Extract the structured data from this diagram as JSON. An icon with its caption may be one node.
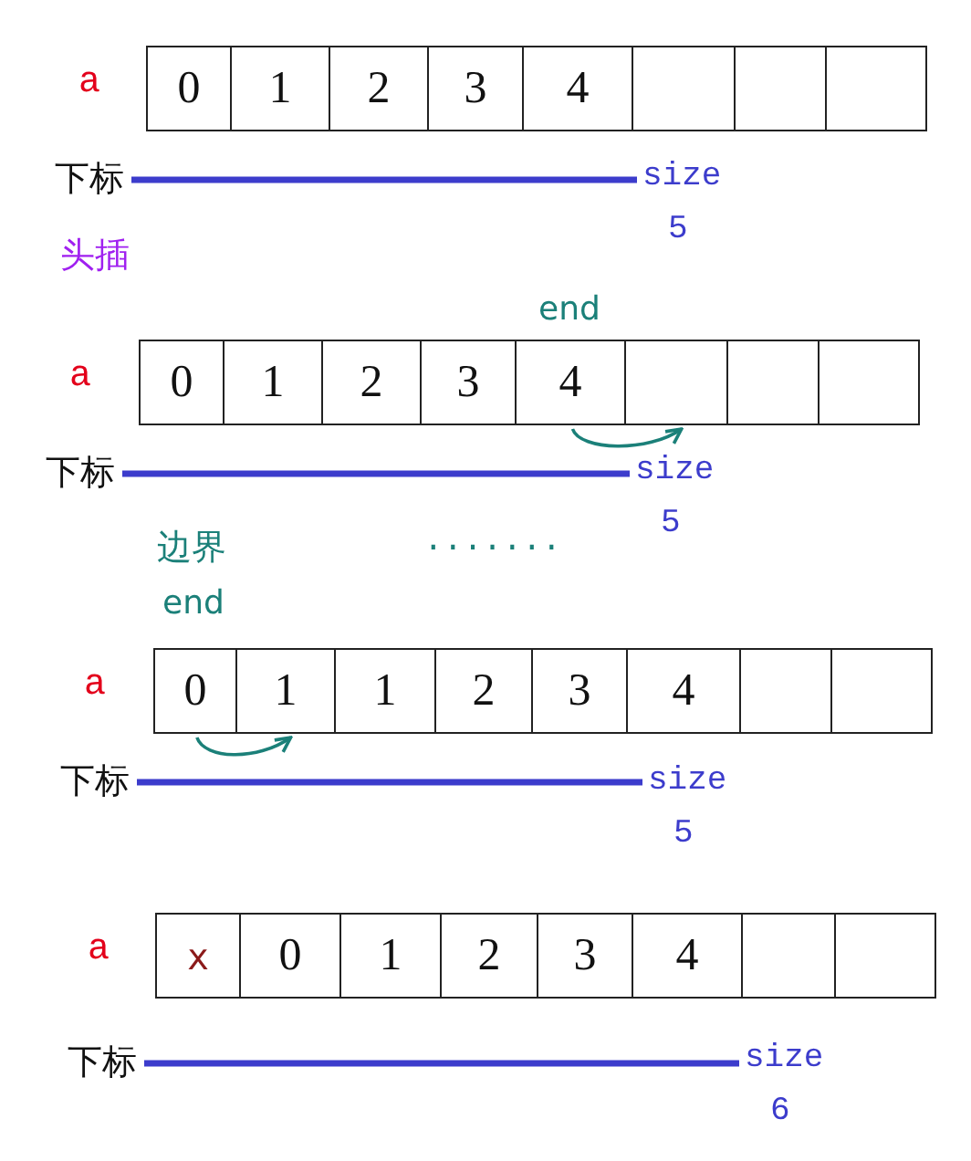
{
  "diagram": {
    "nodes": [
      {
        "text": [
          "a"
        ]
      },
      {
        "text": [
          "0"
        ],
        "in": 0
      },
      {
        "text": [
          "1"
        ],
        "in": 0
      },
      {
        "text": [
          "2"
        ],
        "in": 0
      },
      {
        "text": [
          "3"
        ],
        "in": 0
      },
      {
        "text": [
          "4"
        ],
        "in": 0
      },
      {
        "text": [],
        "shape": "box",
        "in": 0
      },
      {
        "text": [],
        "shape": "box",
        "in": 0
      },
      {
        "text": [],
        "shape": "box",
        "in": 0
      },
      {
        "text": [
          "下标"
        ]
      },
      {
        "text": [
          "size"
        ],
        "beside": [
          "5"
        ]
      },
      {
        "text": [
          "a"
        ]
      },
      {
        "text": [
          "0"
        ],
        "in": 11
      },
      {
        "text": [
          "1"
        ],
        "in": 11
      },
      {
        "text": [
          "2"
        ],
        "in": 11
      },
      {
        "text": [
          "3"
        ],
        "in": 11
      },
      {
        "text": [
          "4"
        ],
        "in": 11
      },
      {
        "text": [],
        "shape": "box",
        "in": 11
      },
      {
        "text": [],
        "shape": "box",
        "in": 11
      },
      {
        "text": [],
        "shape": "box",
        "in": 11
      },
      {
        "text": [
          "下标"
        ]
      },
      {
        "text": [
          "size"
        ],
        "beside": [
          "5"
        ]
      },
      {
        "text": [
          "a"
        ]
      },
      {
        "text": [
          "0"
        ],
        "in": 22
      },
      {
        "text": [
          "1"
        ],
        "in": 22
      },
      {
        "text": [
          "1"
        ],
        "in": 22
      },
      {
        "text": [
          "2"
        ],
        "in": 22
      },
      {
        "text": [
          "3"
        ],
        "in": 22
      },
      {
        "text": [
          "4"
        ],
        "in": 22
      },
      {
        "text": [],
        "shape": "box",
        "in": 22
      },
      {
        "text": [],
        "shape": "box",
        "in": 22
      },
      {
        "text": [
          "下标"
        ]
      },
      {
        "text": [
          "size"
        ],
        "beside": [
          "5"
        ]
      },
      {
        "text": [
          "a"
        ]
      },
      {
        "text": [
          "x"
        ],
        "in": 33
      },
      {
        "text": [
          "0"
        ],
        "in": 33
      },
      {
        "text": [
          "1"
        ],
        "in": 33
      },
      {
        "text": [
          "2"
        ],
        "in": 33
      },
      {
        "text": [
          "3"
        ],
        "in": 33
      },
      {
        "text": [
          "4"
        ],
        "in": 33
      },
      {
        "text": [],
        "shape": "box",
        "in": 33
      },
      {
        "text": [],
        "shape": "box",
        "in": 33
      },
      {
        "text": [
          "下标"
        ]
      },
      {
        "text": [
          "size"
        ],
        "beside": [
          "6"
        ]
      }
    ],
    "edges": [
      {
        "from": 9,
        "to": 10,
        "arrow": "none"
      },
      {
        "from": 16,
        "to": 17,
        "arrow": "to",
        "color": "#1b8079"
      },
      {
        "from": 20,
        "to": 21,
        "arrow": "none"
      },
      {
        "from": 23,
        "to": 24,
        "arrow": "to",
        "color": "#1b8079"
      },
      {
        "from": 31,
        "to": 32,
        "arrow": "none"
      },
      {
        "from": 42,
        "to": 43,
        "arrow": "none"
      }
    ],
    "labels": [
      "头插",
      "end",
      "边界",
      ".......",
      "end"
    ]
  }
}
